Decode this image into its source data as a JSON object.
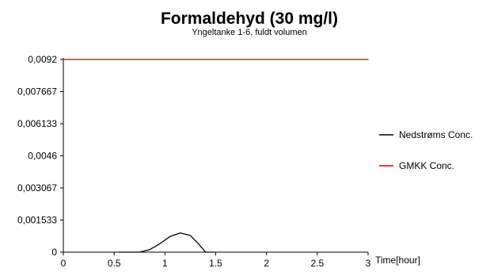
{
  "chart_data": {
    "type": "line",
    "title": "Formaldehyd (30 mg/l)",
    "subtitle": "Yngeltanke 1-6, fuldt volumen",
    "xlabel": "Time[hour]",
    "ylabel": "",
    "xlim": [
      0,
      3
    ],
    "ylim": [
      0,
      0.0092
    ],
    "x_ticks": [
      0,
      0.5,
      1,
      1.5,
      2,
      2.5,
      3
    ],
    "x_tick_labels": [
      "0",
      "0.5",
      "1",
      "1.5",
      "2",
      "2.5",
      "3"
    ],
    "y_ticks": [
      0,
      0.001533,
      0.003067,
      0.0046,
      0.006133,
      0.007667,
      0.0092
    ],
    "y_tick_labels": [
      "0",
      "0,001533",
      "0,003067",
      "0,0046",
      "0,006133",
      "0,007667",
      "0,0092"
    ],
    "grid": false,
    "legend_position": "right",
    "series": [
      {
        "name": "Nedstrøms Conc.",
        "color": "#000000",
        "x": [
          0.55,
          0.75,
          0.85,
          0.95,
          1.05,
          1.15,
          1.25,
          1.33,
          1.4,
          1.48
        ],
        "y": [
          0,
          0,
          0.00012,
          0.0004,
          0.00075,
          0.00092,
          0.0008,
          0.0004,
          0,
          0
        ]
      },
      {
        "name": "GMKK Conc.",
        "color": "#cc0000",
        "x": [
          0,
          3
        ],
        "y": [
          0.0092,
          0.0092
        ]
      }
    ]
  }
}
